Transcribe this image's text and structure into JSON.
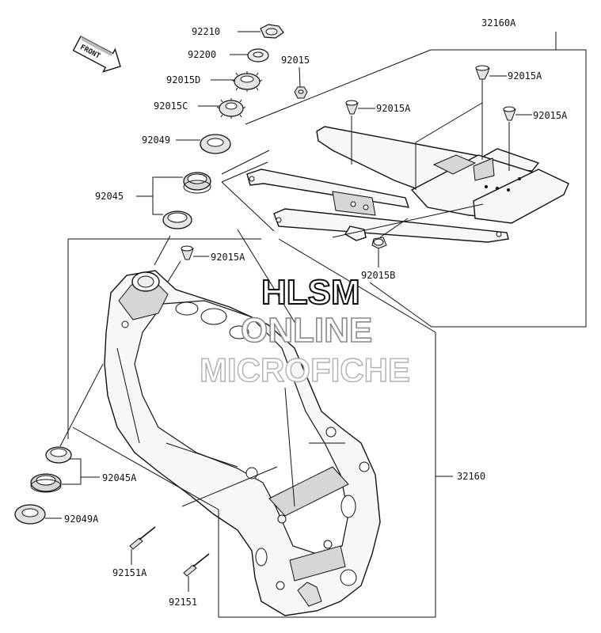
{
  "front_arrow": {
    "label": "FRONT"
  },
  "callouts": [
    {
      "id": "92210"
    },
    {
      "id": "92200"
    },
    {
      "id": "92015"
    },
    {
      "id": "92015D"
    },
    {
      "id": "92015C"
    },
    {
      "id": "92049"
    },
    {
      "id": "92045"
    },
    {
      "id": "32160A"
    },
    {
      "id": "92015A"
    },
    {
      "id": "92015B"
    },
    {
      "id": "92045A"
    },
    {
      "id": "92049A"
    },
    {
      "id": "32160"
    },
    {
      "id": "92151A"
    },
    {
      "id": "92151"
    }
  ],
  "watermark": {
    "line1": "HLSM",
    "line2": "ONLINE",
    "line3": "MICROFICHE"
  }
}
